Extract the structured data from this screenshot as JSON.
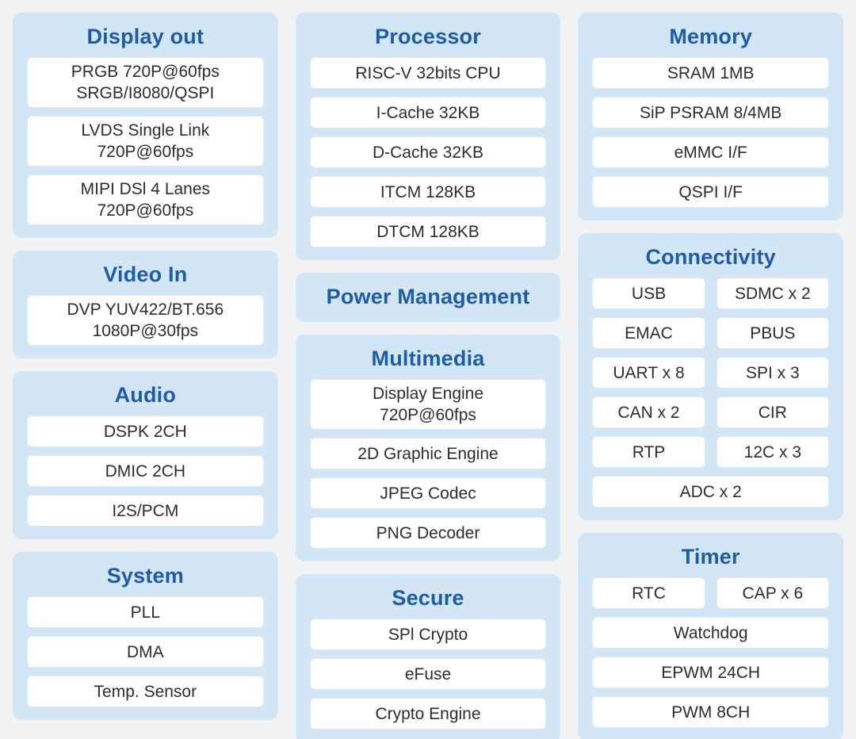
{
  "theme": {
    "page_background": "#f0f2f4",
    "card_background": "#d3e6f6",
    "title_color": "#1c5cab",
    "box_background": "#ffffff",
    "box_border": "#e2e8ee",
    "item_text_color": "#2b2d30"
  },
  "columns": [
    {
      "cards": [
        {
          "title": "Display out",
          "items": [
            {
              "lines": [
                "PRGB 720P@60fps",
                "SRGB/I8080/QSPI"
              ]
            },
            {
              "lines": [
                "LVDS Single Link",
                "720P@60fps"
              ]
            },
            {
              "lines": [
                "MIPI DSl 4 Lanes",
                "720P@60fps"
              ]
            }
          ]
        },
        {
          "title": "Video In",
          "items": [
            {
              "lines": [
                "DVP YUV422/BT.656",
                "1080P@30fps"
              ]
            }
          ]
        },
        {
          "title": "Audio",
          "items": [
            {
              "text": "DSPK 2CH"
            },
            {
              "text": "DMIC 2CH"
            },
            {
              "text": "I2S/PCM"
            }
          ]
        },
        {
          "title": "System",
          "items": [
            {
              "text": "PLL"
            },
            {
              "text": "DMA"
            },
            {
              "text": "Temp. Sensor"
            }
          ]
        }
      ]
    },
    {
      "cards": [
        {
          "title": "Processor",
          "items": [
            {
              "text": "RISC-V 32bits CPU"
            },
            {
              "text": "I-Cache 32KB"
            },
            {
              "text": "D-Cache 32KB"
            },
            {
              "text": "ITCM 128KB"
            },
            {
              "text": "DTCM 128KB"
            }
          ]
        },
        {
          "title": "Power Management",
          "items": []
        },
        {
          "title": "Multimedia",
          "items": [
            {
              "lines": [
                "Display Engine",
                "720P@60fps"
              ]
            },
            {
              "text": "2D Graphic Engine"
            },
            {
              "text": "JPEG Codec"
            },
            {
              "text": "PNG Decoder"
            }
          ]
        },
        {
          "title": "Secure",
          "items": [
            {
              "text": "SPl Crypto"
            },
            {
              "text": "eFuse"
            },
            {
              "text": "Crypto Engine"
            }
          ]
        }
      ]
    },
    {
      "cards": [
        {
          "title": "Memory",
          "items": [
            {
              "text": "SRAM 1MB"
            },
            {
              "text": "SiP PSRAM 8/4MB"
            },
            {
              "text": "eMMC I/F"
            },
            {
              "text": "QSPI I/F"
            }
          ]
        },
        {
          "title": "Connectivity",
          "items": [
            {
              "text": "USB",
              "span": "half"
            },
            {
              "text": "SDMC x 2",
              "span": "half"
            },
            {
              "text": "EMAC",
              "span": "half"
            },
            {
              "text": "PBUS",
              "span": "half"
            },
            {
              "text": "UART x 8",
              "span": "half"
            },
            {
              "text": "SPI x 3",
              "span": "half"
            },
            {
              "text": "CAN x 2",
              "span": "half"
            },
            {
              "text": "CIR",
              "span": "half"
            },
            {
              "text": "RTP",
              "span": "half"
            },
            {
              "text": "12C x 3",
              "span": "half"
            },
            {
              "text": "ADC x 2",
              "span": "full"
            }
          ]
        },
        {
          "title": "Timer",
          "items": [
            {
              "text": "RTC",
              "span": "half"
            },
            {
              "text": "CAP x 6",
              "span": "half"
            },
            {
              "text": "Watchdog",
              "span": "full"
            },
            {
              "text": "EPWM 24CH",
              "span": "full"
            },
            {
              "text": "PWM 8CH",
              "span": "full"
            }
          ]
        }
      ]
    }
  ]
}
